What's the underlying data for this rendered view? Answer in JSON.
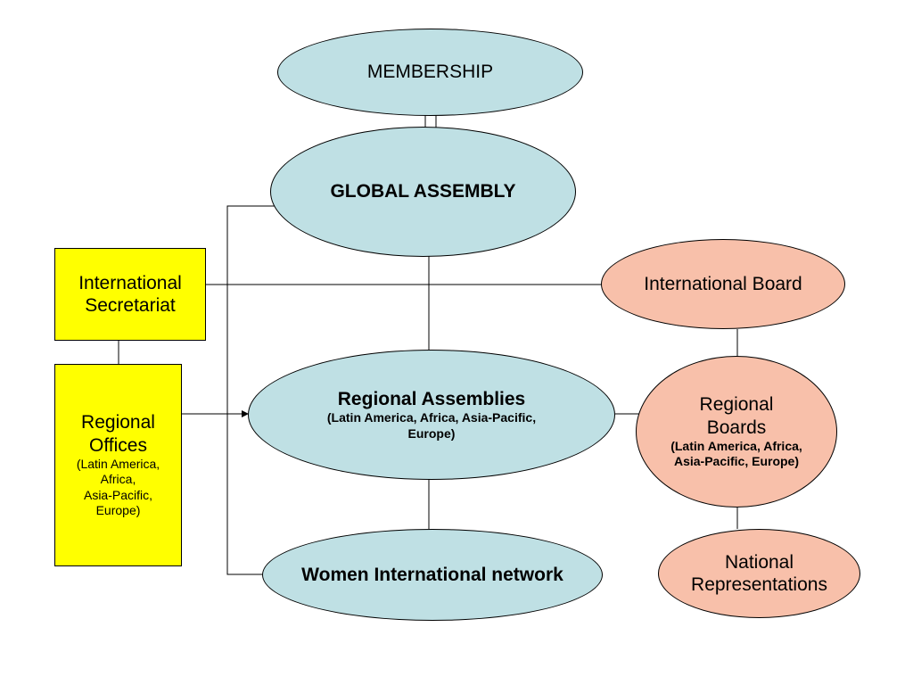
{
  "membership": {
    "label": "MEMBERSHIP"
  },
  "global_assembly": {
    "label": "GLOBAL ASSEMBLY"
  },
  "international_secretariat": {
    "line1": "International",
    "line2": "Secretariat"
  },
  "international_board": {
    "label": "International Board"
  },
  "regional_offices": {
    "line1": "Regional",
    "line2": "Offices",
    "sub1": "(Latin America,",
    "sub2": "Africa,",
    "sub3": "Asia-Pacific,",
    "sub4": "Europe)"
  },
  "regional_assemblies": {
    "label": "Regional Assemblies",
    "sub1": "(Latin America, Africa, Asia-Pacific,",
    "sub2": "Europe)"
  },
  "regional_boards": {
    "line1": "Regional",
    "line2": "Boards",
    "sub1": "(Latin America, Africa,",
    "sub2": "Asia-Pacific, Europe)"
  },
  "women_network": {
    "label": "Women International network"
  },
  "national_representations": {
    "line1": "National",
    "line2": "Representations"
  },
  "colors": {
    "assembly_fill": "#bfe0e4",
    "board_fill": "#f8c0aa",
    "office_fill": "#ffff00",
    "line": "#000000"
  }
}
